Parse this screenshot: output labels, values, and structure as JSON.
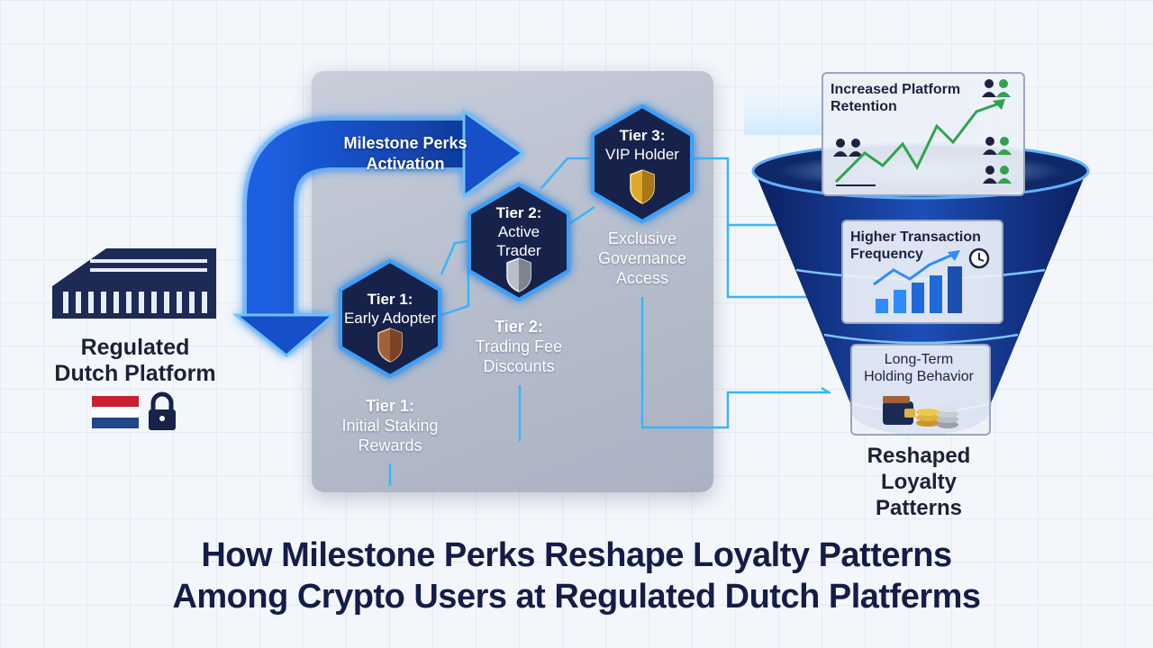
{
  "platform": {
    "label_line1": "Regulated",
    "label_line2": "Dutch Platform",
    "flag_colors": [
      "#c8202f",
      "#ffffff",
      "#21468b"
    ]
  },
  "arrow": {
    "line1": "Milestone Perks",
    "line2": "Activation"
  },
  "tiers": [
    {
      "line1": "Tier 1:",
      "line2": "Early Adopter",
      "badge": "bronze-shield-icon",
      "reward_line1": "Tier 1:",
      "reward_line2": "Initial Staking",
      "reward_line3": "Rewards"
    },
    {
      "line1": "Tier 2:",
      "line2": "Active",
      "line3": "Trader",
      "badge": "silver-shield-icon",
      "reward_line1": "Tier 2:",
      "reward_line2": "Trading Fee",
      "reward_line3": "Discounts"
    },
    {
      "line1": "Tier 3:",
      "line2": "VIP Holder",
      "badge": "gold-shield-icon",
      "reward_line1": "Exclusive",
      "reward_line2": "Governance",
      "reward_line3": "Access"
    }
  ],
  "funnel": {
    "card1_line1": "Increased Platform",
    "card1_line2": "Retention",
    "card2_line1": "Higher Transaction",
    "card2_line2": "Frequency",
    "card3_line1": "Long-Term",
    "card3_line2": "Holding Behavior",
    "label_line1": "Reshaped",
    "label_line2": "Loyalty",
    "label_line3": "Patterns"
  },
  "title": {
    "line1": "How Milestone Perks Reshape Loyalty Patterns",
    "line2": "Among Crypto Users at Regulated Dutch Platferms"
  },
  "colors": {
    "navy": "#141d47",
    "accent": "#2f8bff",
    "hex_fill": "#14204a",
    "glow": "#3aa0ff",
    "green": "#2fa44a"
  }
}
